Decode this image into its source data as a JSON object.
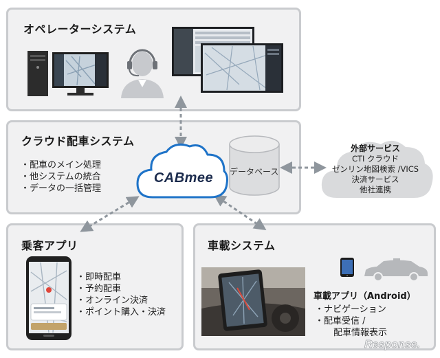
{
  "operator": {
    "title": "オペレーターシステム"
  },
  "cloud_dispatch": {
    "title": "クラウド配車システム",
    "bullets": [
      "・配車のメイン処理",
      "・他システムの統合",
      "・データの一括管理"
    ]
  },
  "cabmee": {
    "logo_text": "CABmee"
  },
  "database": {
    "label": "データベース"
  },
  "external": {
    "title": "外部サービス",
    "lines": [
      "CTI クラウド",
      "ゼンリン地図検索 /VICS",
      "決済サービス",
      "他社連携"
    ]
  },
  "passenger": {
    "title": "乗客アプリ",
    "bullets": [
      "・即時配車",
      "・予約配車",
      "・オンライン決済",
      "・ポイント購入・決済"
    ]
  },
  "vehicle": {
    "title": "車載システム",
    "app_title": "車載アプリ（Android）",
    "bullets": [
      "・ナビゲーション",
      "・配車受信 /"
    ],
    "bullet_cont": "配車情報表示"
  },
  "watermark": {
    "text": "Response."
  },
  "colors": {
    "panel_bg": "#f1f1f2",
    "panel_border": "#c9cbce",
    "cloud_border": "#1e73c8",
    "arrow": "#8f969d",
    "logo_text": "#1b2b4d"
  }
}
